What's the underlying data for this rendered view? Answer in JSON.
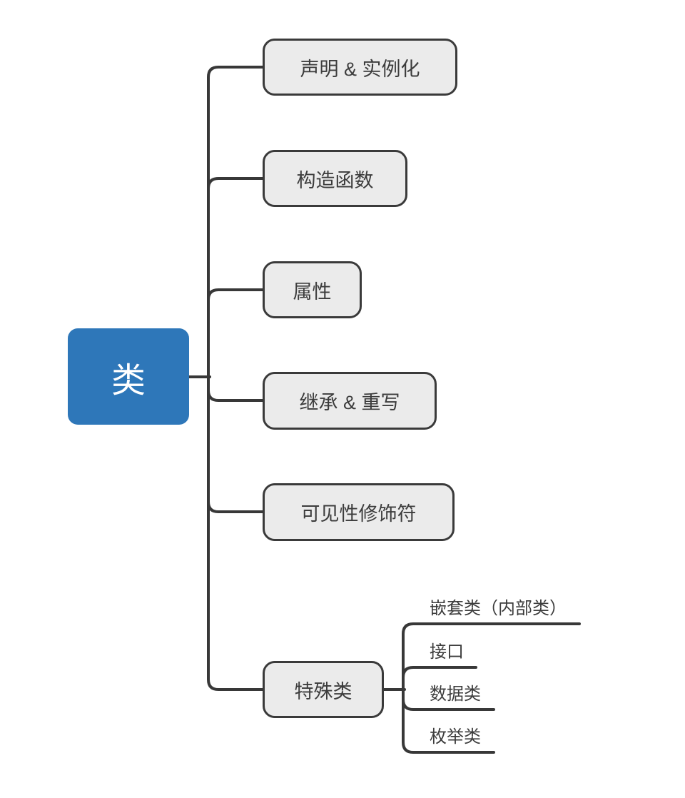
{
  "root": {
    "label": "类"
  },
  "branches": [
    {
      "label": "声明 & 实例化"
    },
    {
      "label": "构造函数"
    },
    {
      "label": "属性"
    },
    {
      "label": "继承 & 重写"
    },
    {
      "label": "可见性修饰符"
    },
    {
      "label": "特殊类",
      "children": [
        {
          "label": "嵌套类（内部类）"
        },
        {
          "label": "接口"
        },
        {
          "label": "数据类"
        },
        {
          "label": "枚举类"
        }
      ]
    }
  ],
  "colors": {
    "root_fill": "#2e77b9",
    "root_text": "#ffffff",
    "node_fill": "#ebebeb",
    "node_border": "#3a3a3a",
    "edge": "#383838",
    "text": "#3c3c3c",
    "background": "#ffffff"
  }
}
